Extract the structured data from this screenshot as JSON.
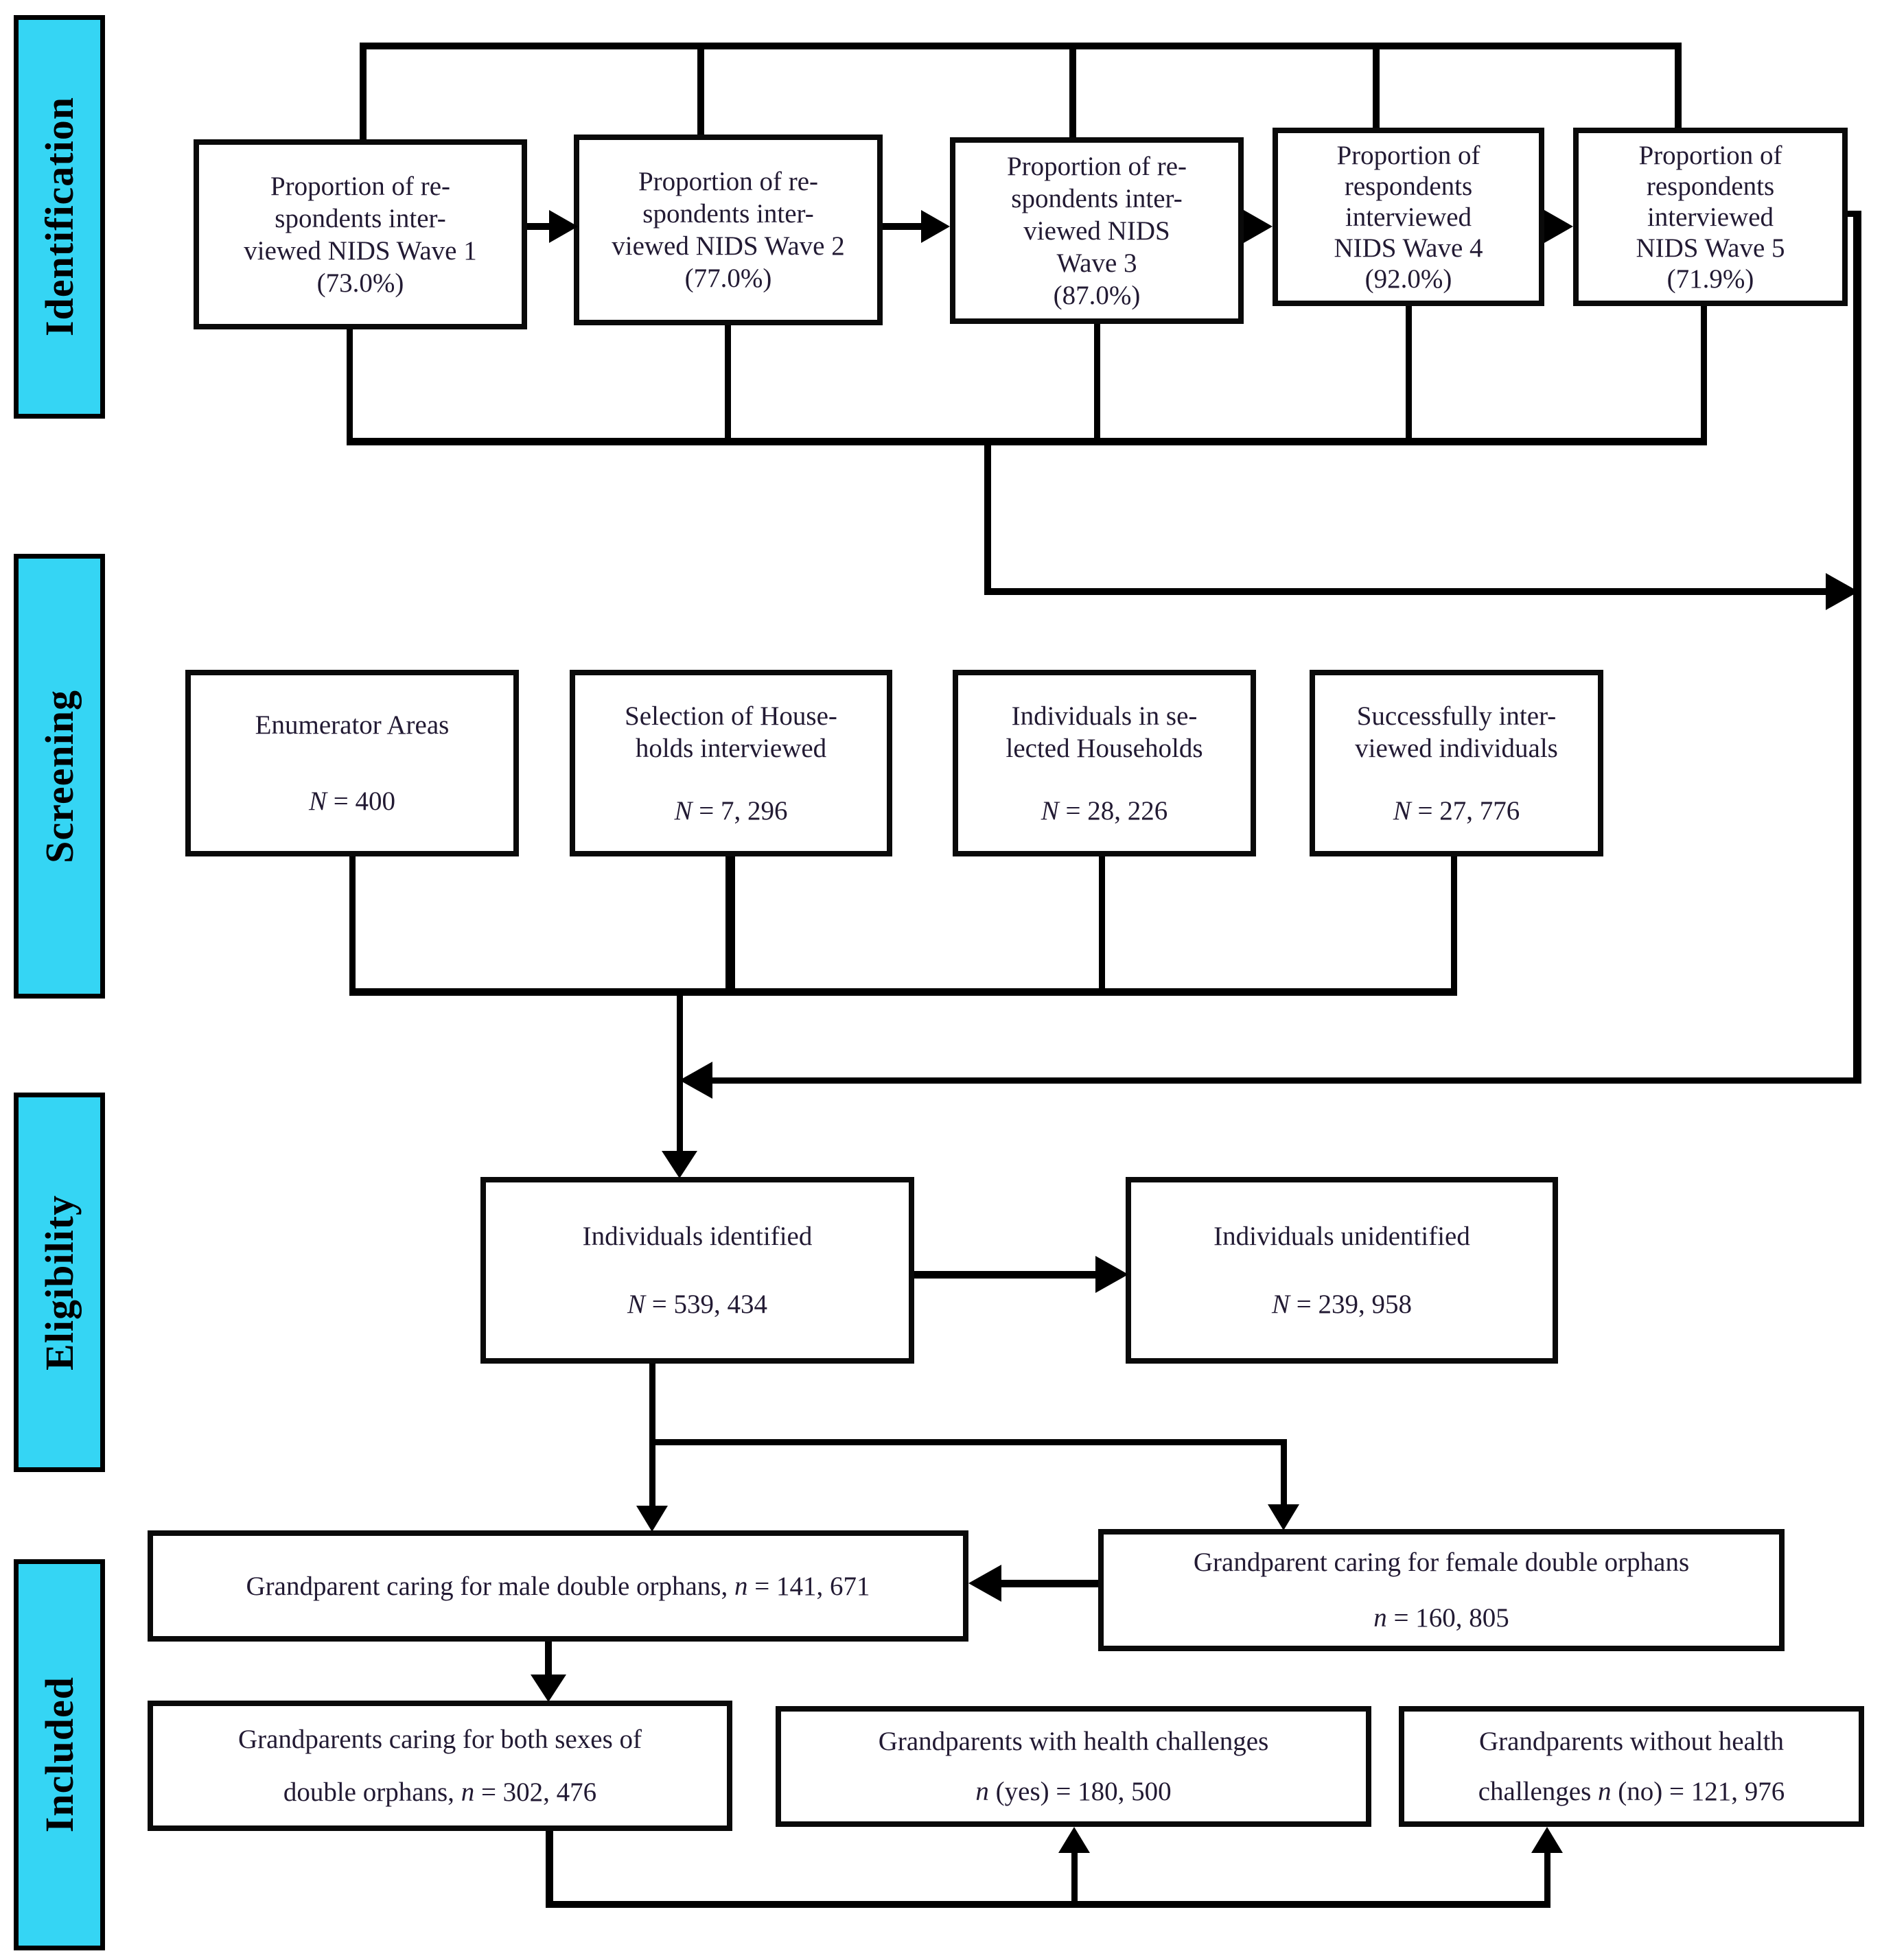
{
  "figure": {
    "type": "study-flow-diagram",
    "background": "#ffffff",
    "accent_cyan": "#35d5f4",
    "line_color": "#000000"
  },
  "sidebar": {
    "labels": [
      {
        "id": "identification",
        "text": "Identification"
      },
      {
        "id": "screening",
        "text": "Screening"
      },
      {
        "id": "eligibility",
        "text": "Eligibility"
      },
      {
        "id": "included",
        "text": "Included"
      }
    ]
  },
  "boxes": {
    "b1": {
      "lines": [
        "Proportion of re-",
        "spondents inter-",
        "viewed NIDS Wave 1",
        "(73.0%)"
      ]
    },
    "b2": {
      "lines": [
        "Proportion of re-",
        "spondents inter-",
        "viewed NIDS Wave 2",
        "(77.0%)"
      ]
    },
    "b3": {
      "lines": [
        "Proportion of re-",
        "spondents inter-",
        "viewed NIDS",
        "Wave 3",
        "(87.0%)"
      ]
    },
    "b4": {
      "lines": [
        "Proportion of",
        "respondents",
        "interviewed",
        "NIDS Wave 4",
        "(92.0%)"
      ]
    },
    "b5": {
      "lines": [
        "Proportion of",
        "respondents",
        "interviewed",
        "NIDS Wave 5",
        "(71.9%)"
      ]
    },
    "b6": {
      "lines": [
        "Enumerator Areas",
        {
          "gap": 64,
          "segs": [
            {
              "t": "N",
              "i": true
            },
            {
              "t": " = 400"
            }
          ]
        }
      ]
    },
    "b7": {
      "lines": [
        "Selection of House-",
        "holds interviewed",
        {
          "gap": 44,
          "segs": [
            {
              "t": "N",
              "i": true
            },
            {
              "t": " = 7, 296"
            }
          ]
        }
      ]
    },
    "b8": {
      "lines": [
        "Individuals in se-",
        "lected Households",
        {
          "gap": 44,
          "segs": [
            {
              "t": "N",
              "i": true
            },
            {
              "t": " = 28, 226"
            }
          ]
        }
      ]
    },
    "b9": {
      "lines": [
        "Successfully inter-",
        "viewed individuals",
        {
          "gap": 44,
          "segs": [
            {
              "t": "N",
              "i": true
            },
            {
              "t": " = 27, 776"
            }
          ]
        }
      ]
    },
    "b10": {
      "lines": [
        "Individuals identified",
        {
          "gap": 52,
          "segs": [
            {
              "t": "N",
              "i": true
            },
            {
              "t": " = 539, 434"
            }
          ]
        }
      ]
    },
    "b11": {
      "lines": [
        "Individuals unidentified",
        {
          "gap": 52,
          "segs": [
            {
              "t": "N",
              "i": true
            },
            {
              "t": " = 239, 958"
            }
          ]
        }
      ]
    },
    "b12": {
      "lines": [
        {
          "segs": [
            {
              "t": "Grandparent caring for male double orphans, "
            },
            {
              "t": "n",
              "i": true
            },
            {
              "t": " = 141, 671"
            }
          ]
        }
      ]
    },
    "b13": {
      "lines": [
        "Grandparent caring for female double orphans",
        {
          "gap": 34,
          "segs": [
            {
              "t": "n",
              "i": true
            },
            {
              "t": " = 160, 805"
            }
          ]
        }
      ]
    },
    "b14": {
      "lines": [
        "Grandparents caring for both sexes of",
        {
          "gap": 30,
          "segs": [
            {
              "t": "double orphans, "
            },
            {
              "t": "n",
              "i": true
            },
            {
              "t": " = 302, 476"
            }
          ]
        }
      ]
    },
    "b15": {
      "lines": [
        "Grandparents with health challenges",
        {
          "gap": 26,
          "segs": [
            {
              "t": "n",
              "i": true
            },
            {
              "t": " (yes) = 180, 500"
            }
          ]
        }
      ]
    },
    "b16": {
      "lines": [
        "Grandparents without health",
        {
          "gap": 26,
          "segs": [
            {
              "t": "challenges "
            },
            {
              "t": "n",
              "i": true
            },
            {
              "t": " (no) = 121, 976"
            }
          ]
        }
      ]
    }
  }
}
